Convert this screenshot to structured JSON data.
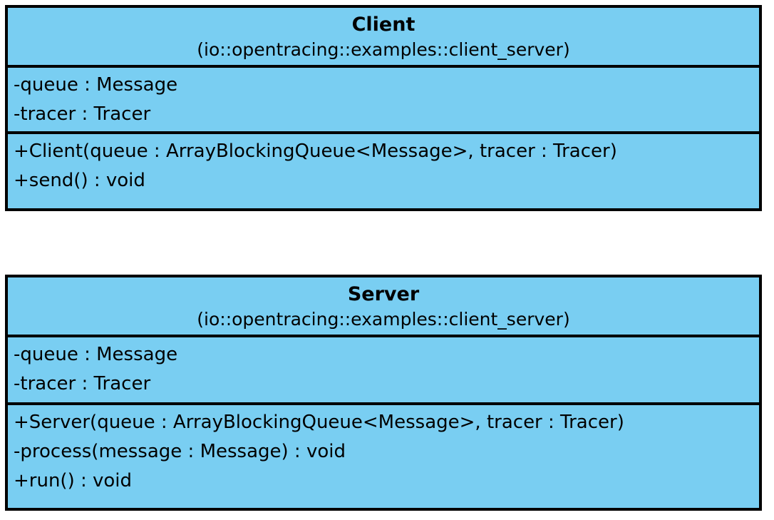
{
  "diagram": {
    "type": "uml-class-diagram",
    "background_color": "#ffffff",
    "class_fill_color": "#79CEF2",
    "border_color": "#000000"
  },
  "classes": [
    {
      "name": "Client",
      "namespace": "(io::opentracing::examples::client_server)",
      "attributes": [
        "-queue : Message",
        "-tracer : Tracer"
      ],
      "operations": [
        "+Client(queue : ArrayBlockingQueue<Message>, tracer : Tracer)",
        "+send() : void"
      ]
    },
    {
      "name": "Server",
      "namespace": "(io::opentracing::examples::client_server)",
      "attributes": [
        "-queue : Message",
        "-tracer : Tracer"
      ],
      "operations": [
        "+Server(queue : ArrayBlockingQueue<Message>, tracer : Tracer)",
        "-process(message : Message) : void",
        "+run() : void"
      ]
    }
  ]
}
